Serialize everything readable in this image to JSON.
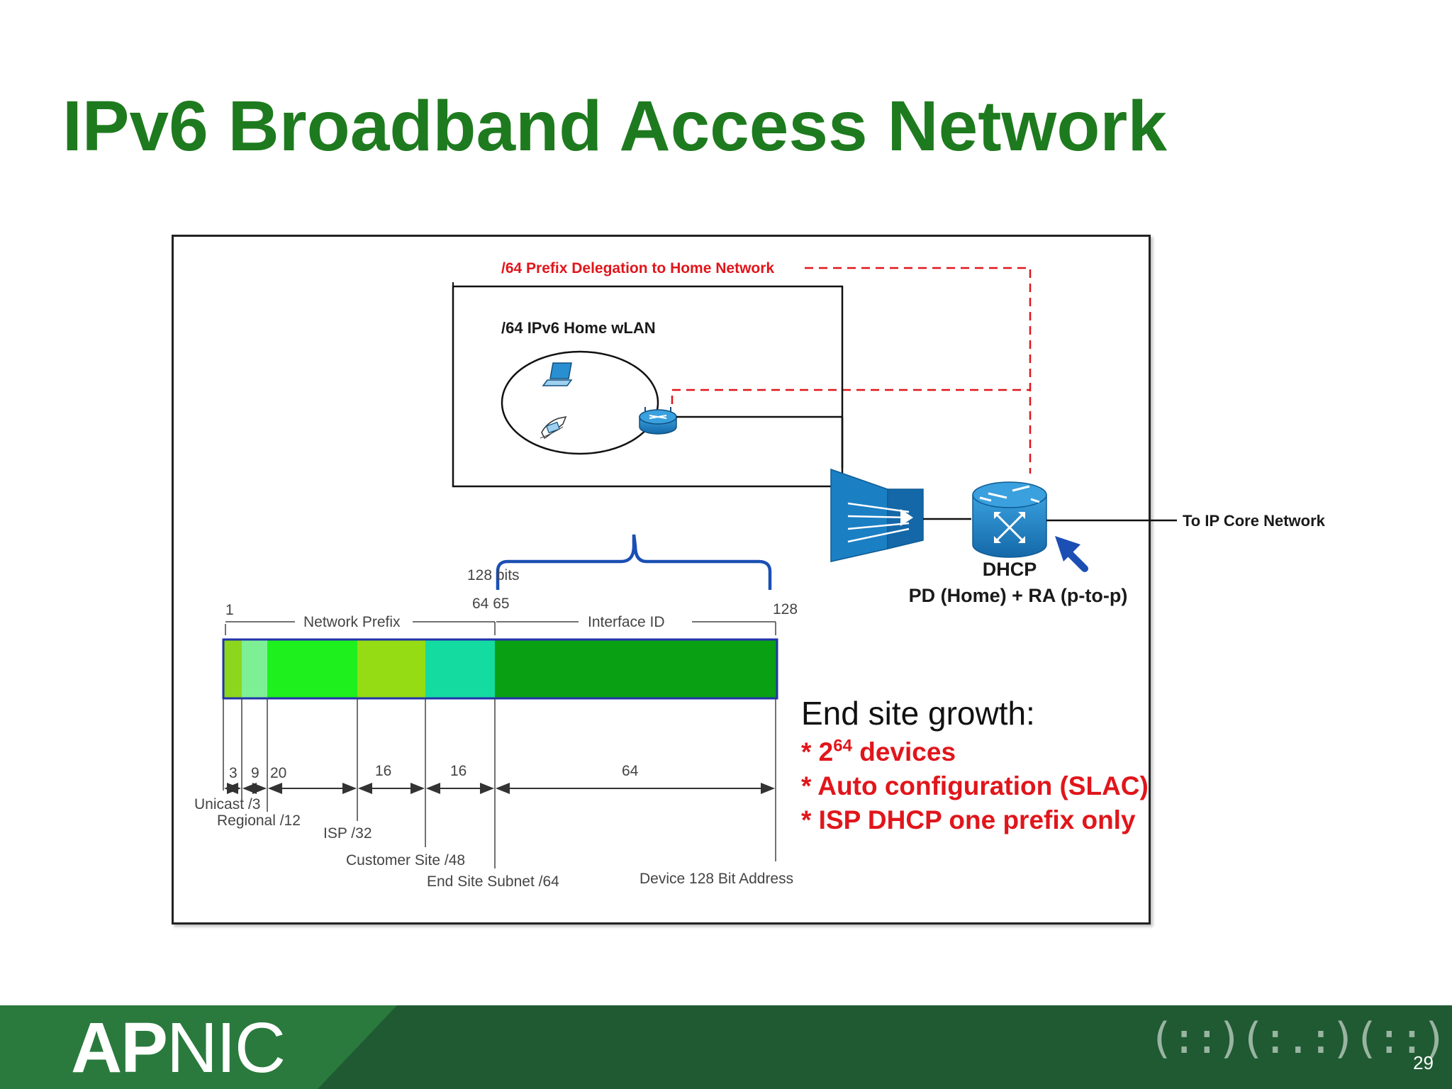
{
  "slide": {
    "title": "IPv6 Broadband Access Network",
    "page_number": "29"
  },
  "diagram": {
    "pd_label": "/64 Prefix Delegation to Home Network",
    "home_lan_label": "/64 IPv6 Home wLAN",
    "core_label": "To IP Core Network",
    "dhcp_label": "DHCP",
    "dhcp_sub_label": "PD (Home) + RA (p-to-p)"
  },
  "address": {
    "bits_label": "128 bits",
    "pos_start": "1",
    "pos_64_65": "64 65",
    "pos_end": "128",
    "network_prefix_label": "Network Prefix",
    "interface_id_label": "Interface ID",
    "segments": [
      {
        "bits": "3",
        "color": "#8cd61e"
      },
      {
        "bits": "9",
        "color": "#7df095"
      },
      {
        "bits": "20",
        "color": "#1ef01e"
      },
      {
        "bits": "16",
        "color": "#96dc14"
      },
      {
        "bits": "16",
        "color": "#14dca0"
      },
      {
        "bits": "64",
        "color": "#0aa014"
      }
    ],
    "scope_labels": {
      "unicast": "Unicast /3",
      "regional": "Regional /12",
      "isp": "ISP /32",
      "customer": "Customer Site /48",
      "subnet": "End Site Subnet /64",
      "device": "Device 128 Bit Address"
    }
  },
  "growth": {
    "heading": "End site growth:",
    "item1_prefix": "* 2",
    "item1_exp": "64",
    "item1_suffix": " devices",
    "item2": "* Auto configuration (SLAC)",
    "item3": "* ISP DHCP one prefix only"
  },
  "footer": {
    "logo_bold": "AP",
    "logo_rest": "NIC"
  },
  "colors": {
    "title": "#1e7a1e",
    "red_accent": "#e0161b",
    "footer_bg": "#1f5a32",
    "cisco_blue": "#1b7fc4"
  }
}
